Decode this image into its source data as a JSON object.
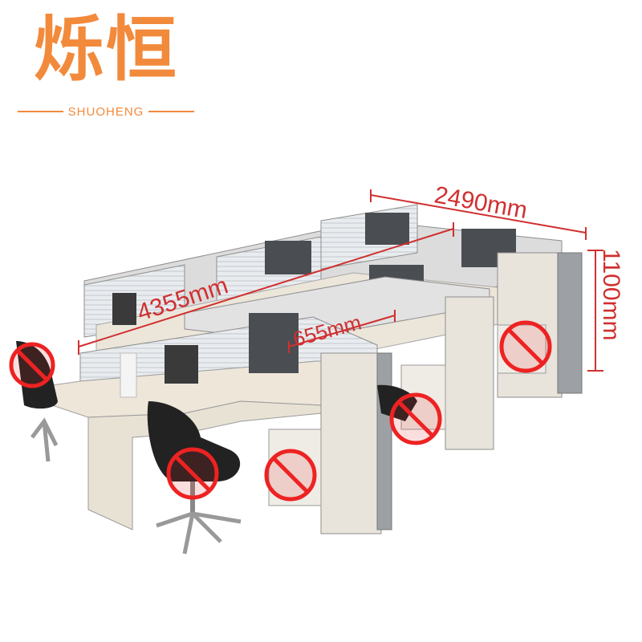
{
  "brand": {
    "name_cn": "烁恒",
    "name_en": "SHUOHENG",
    "color": "#f28a3c"
  },
  "dimensions": {
    "width": "2490mm",
    "length": "4355mm",
    "height": "1100mm",
    "depth": "655mm",
    "color": "#d03030"
  },
  "excluded_items": [
    {
      "name": "office-chair"
    },
    {
      "name": "office-chair"
    },
    {
      "name": "mobile-pedestal"
    },
    {
      "name": "mobile-pedestal"
    },
    {
      "name": "mobile-pedestal"
    }
  ],
  "icons": {
    "excluded": "prohibited-icon"
  }
}
